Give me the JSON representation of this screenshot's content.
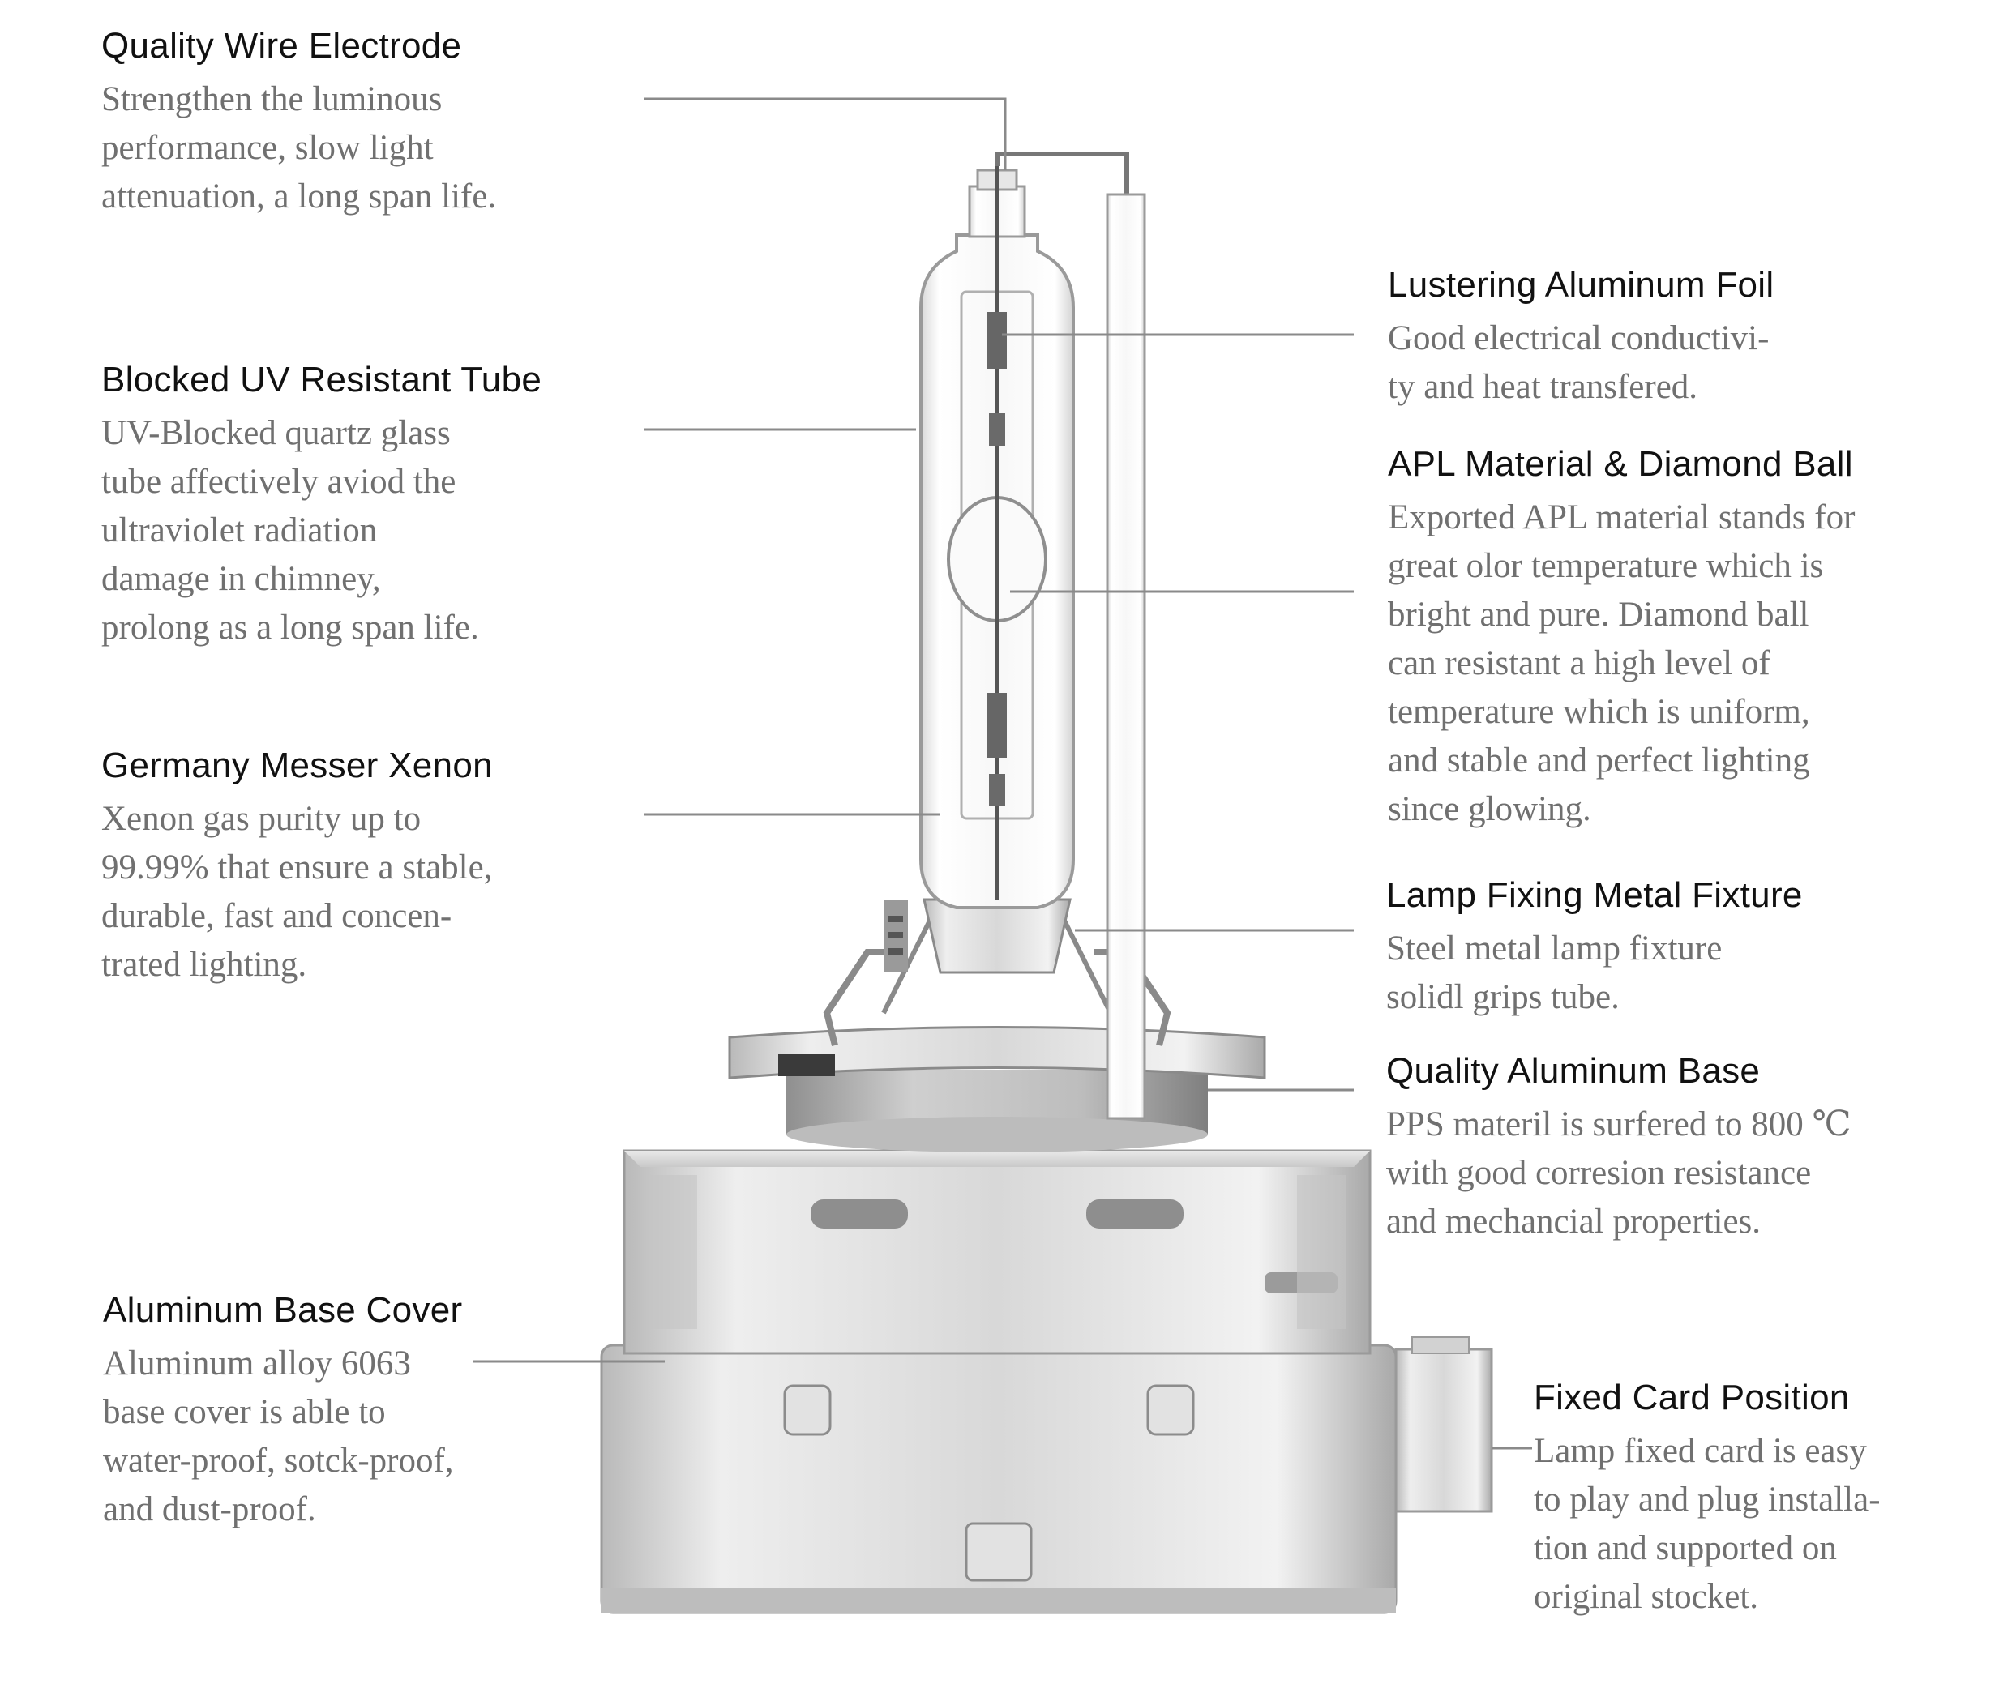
{
  "callouts": {
    "wire_electrode": {
      "title": "Quality Wire Electrode",
      "lines": [
        "Strengthen the luminous",
        "performance, slow light",
        "attenuation, a long span life."
      ]
    },
    "uv_tube": {
      "title": "Blocked UV Resistant Tube",
      "lines": [
        "UV-Blocked quartz glass",
        "tube affectively aviod the",
        "ultraviolet radiation",
        "damage in chimney,",
        "prolong as a long span life."
      ]
    },
    "xenon": {
      "title": "Germany Messer Xenon",
      "lines": [
        "Xenon gas purity up to",
        "99.99% that ensure a stable,",
        "durable, fast and concen-",
        "trated lighting."
      ]
    },
    "base_cover": {
      "title": "Aluminum Base Cover",
      "lines": [
        "Aluminum alloy 6063",
        "base cover is able to",
        "water-proof, sotck-proof,",
        "and dust-proof."
      ]
    },
    "aluminum_foil": {
      "title": "Lustering Aluminum Foil",
      "lines": [
        "Good electrical conductivi-",
        "ty and heat transfered."
      ]
    },
    "apl_material": {
      "title": "APL Material & Diamond Ball",
      "lines": [
        "Exported APL material stands for",
        "great olor temperature which is",
        "bright and pure. Diamond ball",
        "can resistant a high level of",
        "temperature which is uniform,",
        "and stable and perfect lighting",
        "since glowing."
      ]
    },
    "metal_fixture": {
      "title": "Lamp Fixing Metal Fixture",
      "lines": [
        "Steel metal lamp fixture",
        "solidl grips tube."
      ]
    },
    "aluminum_base": {
      "title": "Quality Aluminum Base",
      "lines": [
        "PPS materil is surfered to 800 ℃",
        "with good corresion resistance",
        "and mechancial properties."
      ]
    },
    "card_position": {
      "title": "Fixed Card Position",
      "lines": [
        "Lamp fixed card is easy",
        "to play and plug installa-",
        "tion and supported on",
        "original stocket."
      ]
    }
  },
  "colors": {
    "title": "#111111",
    "body": "#707070",
    "leader_line": "#8a8a8a"
  }
}
